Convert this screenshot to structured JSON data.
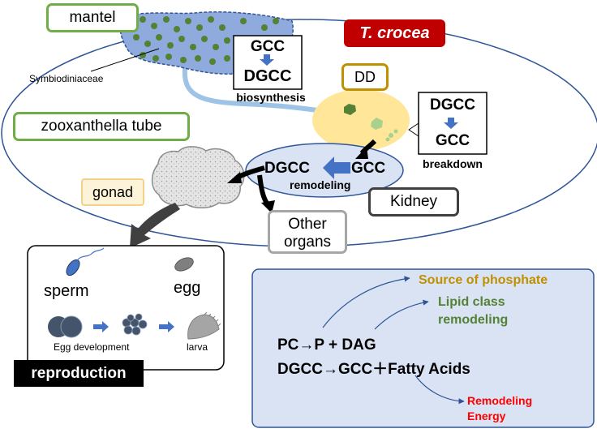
{
  "labels": {
    "mantel": "mantel",
    "species": "T. crocea",
    "symbiont": "Symbiodiniaceae",
    "zoox_tube": "zooxanthella tube",
    "dd": "DD",
    "gonad": "gonad",
    "kidney": "Kidney",
    "other_organs_1": "Other",
    "other_organs_2": "organs"
  },
  "mantel_box": {
    "top": "GCC",
    "bottom": "DGCC",
    "caption": "biosynthesis"
  },
  "dd_box": {
    "top": "DGCC",
    "bottom": "GCC",
    "caption": "breakdown"
  },
  "kidney_reaction": {
    "left": "DGCC",
    "right": "GCC",
    "caption": "remodeling"
  },
  "reproduction": {
    "sperm": "sperm",
    "egg": "egg",
    "egg_development": "Egg development",
    "larva": "larva",
    "title": "reproduction"
  },
  "info_panel": {
    "source": "Source of phosphate",
    "lipid_1": "Lipid class",
    "lipid_2": "remodeling",
    "reaction_1": "PC→P + DAG",
    "reaction_2": "DGCC→GCC＋Fatty Acids",
    "energy_1": "Remodeling",
    "energy_2": "Energy"
  },
  "colors": {
    "clam_outline": "#2f5597",
    "mantel_fill": "#8faadc",
    "algae_green": "#548235",
    "tube_blue": "#9dc3e6",
    "dd_fill": "#ffe699",
    "kidney_fill": "#dae3f3",
    "arrow_blue": "#4472c4",
    "species_badge": "#c00000",
    "panel_fill": "#dae3f3",
    "source_text": "#bf9000",
    "lipid_text": "#548235",
    "energy_text": "#ff0000"
  }
}
